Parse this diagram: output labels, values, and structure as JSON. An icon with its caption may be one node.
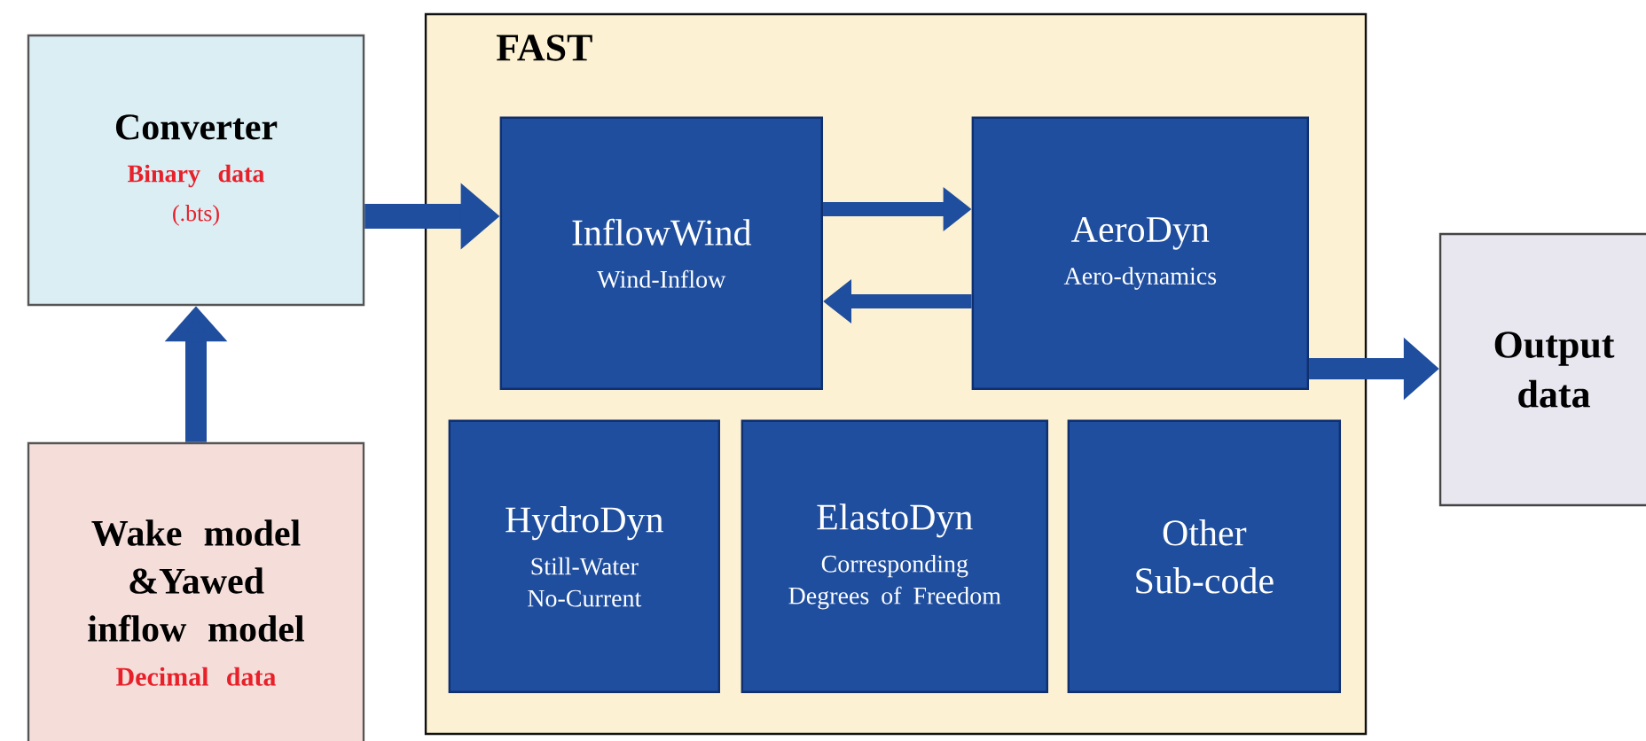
{
  "diagram": {
    "nodes": [
      {
        "text": [
          "Converter",
          "Binary data",
          "(.bts)"
        ]
      },
      {
        "text": [
          "Wake model &Yawed inflow model",
          "Decimal data"
        ]
      },
      {
        "text": [
          "FAST"
        ]
      },
      {
        "text": [
          "InflowWind",
          "Wind-Inflow"
        ],
        "in": 2
      },
      {
        "text": [
          "AeroDyn",
          "Aero-dynamics"
        ],
        "in": 2
      },
      {
        "text": [
          "HydroDyn",
          "Still-Water No-Current"
        ],
        "in": 2
      },
      {
        "text": [
          "ElastoDyn",
          "Corresponding Degrees of Freedom"
        ],
        "in": 2
      },
      {
        "text": [
          "Other Sub-code"
        ],
        "in": 2
      },
      {
        "text": [
          "Output data"
        ]
      }
    ],
    "edges": [
      {
        "from": 1,
        "to": 0,
        "arrow": "to"
      },
      {
        "from": 0,
        "to": 3,
        "arrow": "to"
      },
      {
        "from": 3,
        "to": 4,
        "arrow": "to"
      },
      {
        "from": 4,
        "to": 3,
        "arrow": "to"
      },
      {
        "from": 4,
        "to": 8,
        "arrow": "to"
      }
    ]
  }
}
